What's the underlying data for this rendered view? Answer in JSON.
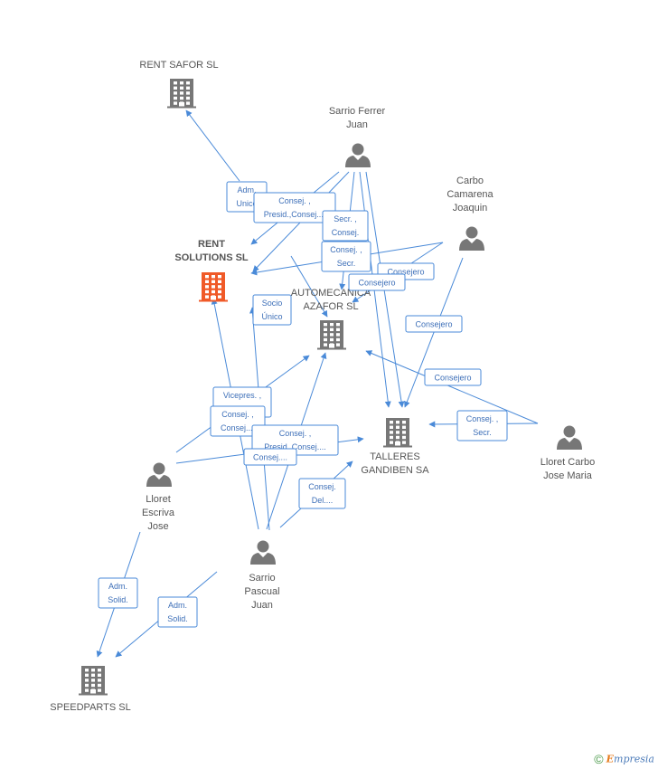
{
  "colors": {
    "edge": "#4a8ad8",
    "company": "#777777",
    "focus_company": "#f05a28",
    "person": "#777777",
    "label_text": "#3d6fb8"
  },
  "nodes": [
    {
      "id": "rent_safor",
      "type": "company",
      "lines": [
        "RENT SAFOR SL"
      ],
      "icon": "building-icon"
    },
    {
      "id": "rent_solutions",
      "type": "company",
      "focus": true,
      "lines": [
        "RENT",
        "SOLUTIONS SL"
      ],
      "icon": "building-icon"
    },
    {
      "id": "automecanica",
      "type": "company",
      "lines": [
        "AUTOMECANICA",
        "AZAFOR SL"
      ],
      "icon": "building-icon"
    },
    {
      "id": "talleres",
      "type": "company",
      "lines": [
        "TALLERES",
        "GANDIBEN SA"
      ],
      "icon": "building-icon"
    },
    {
      "id": "speedparts",
      "type": "company",
      "lines": [
        "SPEEDPARTS SL"
      ],
      "icon": "building-icon"
    },
    {
      "id": "sarrio_ferrer",
      "type": "person",
      "lines": [
        "Sarrio Ferrer",
        "Juan"
      ],
      "icon": "person-icon"
    },
    {
      "id": "carbo_camarena",
      "type": "person",
      "lines": [
        "Carbo",
        "Camarena",
        "Joaquin"
      ],
      "icon": "person-icon"
    },
    {
      "id": "lloret_carbo",
      "type": "person",
      "lines": [
        "Lloret Carbo",
        "Jose Maria"
      ],
      "icon": "person-icon"
    },
    {
      "id": "lloret_escriva",
      "type": "person",
      "lines": [
        "Lloret",
        "Escriva",
        "Jose"
      ],
      "icon": "person-icon"
    },
    {
      "id": "sarrio_pascual",
      "type": "person",
      "lines": [
        "Sarrio",
        "Pascual",
        "Juan"
      ],
      "icon": "person-icon"
    }
  ],
  "edge_labels": [
    {
      "id": "l_adm_unico",
      "lines": [
        "Adm.",
        "Unico"
      ]
    },
    {
      "id": "l_consej_presid_1",
      "lines": [
        "Consej. ,",
        "Presid.,Consej...."
      ]
    },
    {
      "id": "l_secr_consej",
      "lines": [
        "Secr. ,",
        "Consej."
      ]
    },
    {
      "id": "l_consej_secr_1",
      "lines": [
        "Consej. ,",
        "Secr."
      ]
    },
    {
      "id": "l_consejero_1",
      "lines": [
        "Consejero"
      ]
    },
    {
      "id": "l_consejero_2",
      "lines": [
        "Consejero"
      ]
    },
    {
      "id": "l_socio_unico",
      "lines": [
        "Socio",
        "Único"
      ]
    },
    {
      "id": "l_consejero_3",
      "lines": [
        "Consejero"
      ]
    },
    {
      "id": "l_consejero_4",
      "lines": [
        "Consejero"
      ]
    },
    {
      "id": "l_consej_secr_2",
      "lines": [
        "Consej. ,",
        "Secr."
      ]
    },
    {
      "id": "l_vicepres",
      "lines": [
        "Vicepres. ,",
        "Consej."
      ]
    },
    {
      "id": "l_consej_consej",
      "lines": [
        "Consej. ,",
        "Consej...."
      ]
    },
    {
      "id": "l_consej_presid_2",
      "lines": [
        "Consej. ,",
        "Presid.,Consej...."
      ]
    },
    {
      "id": "l_consej_small",
      "lines": [
        "Consej...."
      ]
    },
    {
      "id": "l_consej_del",
      "lines": [
        "Consej.",
        "Del...."
      ]
    },
    {
      "id": "l_adm_solid_1",
      "lines": [
        "Adm.",
        "Solid."
      ]
    },
    {
      "id": "l_adm_solid_2",
      "lines": [
        "Adm.",
        "Solid."
      ]
    }
  ],
  "footer": {
    "copyright_symbol": "©",
    "brand_initial": "E",
    "brand_rest": "mpresia"
  }
}
